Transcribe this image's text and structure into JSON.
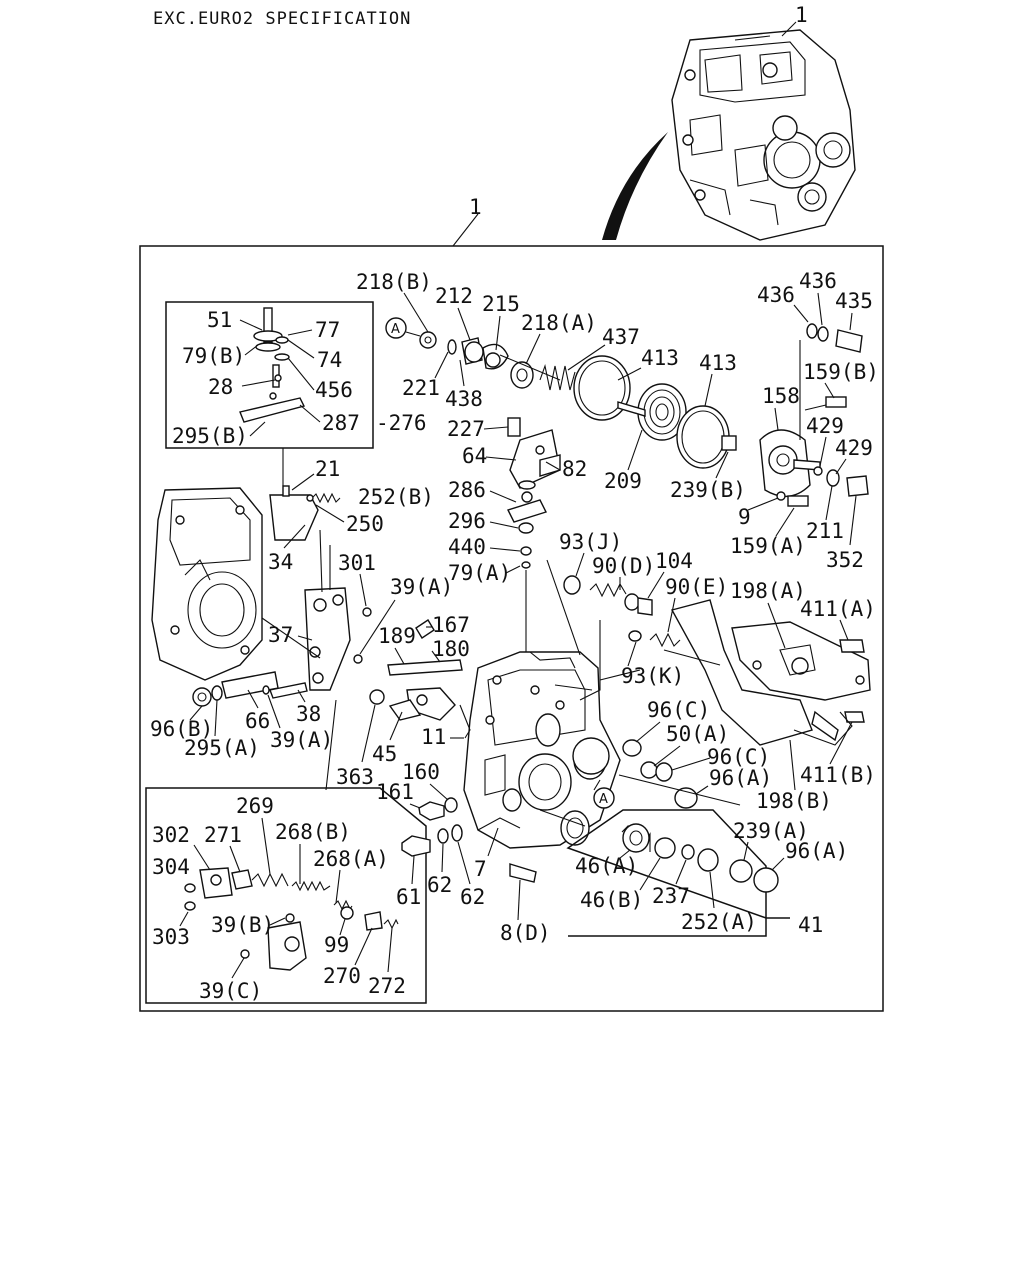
{
  "header": {
    "spec": "EXC.EURO2 SPECIFICATION"
  },
  "assembly_ref": {
    "top_label": "1",
    "frame_label": "1"
  },
  "callouts": {
    "ref_a": "A",
    "p218b": "218(B)",
    "p212": "212",
    "p215": "215",
    "p218a": "218(A)",
    "p437": "437",
    "p413a": "413",
    "p413b": "413",
    "p221": "221",
    "p438": "438",
    "p436a": "436",
    "p436b": "436",
    "p435": "435",
    "p159b": "159(B)",
    "p158": "158",
    "p429a": "429",
    "p429b": "429",
    "p239b": "239(B)",
    "p209": "209",
    "p9": "9",
    "p159a": "159(A)",
    "p211": "211",
    "p352": "352",
    "p51": "51",
    "p77": "77",
    "p79b": "79(B)",
    "p74": "74",
    "p28": "28",
    "p456": "456",
    "p287": "287",
    "p295b": "295(B)",
    "p276": "-276",
    "p227": "227",
    "p64": "64",
    "p82": "82",
    "p286": "286",
    "p296": "296",
    "p440": "440",
    "p79a": "79(A)",
    "p21": "21",
    "p252b": "252(B)",
    "p250": "250",
    "p34": "34",
    "p301": "301",
    "p39a": "39(A)",
    "p37": "37",
    "p189": "189",
    "p167": "167",
    "p180": "180",
    "p93j": "93(J)",
    "p90d": "90(D)",
    "p104": "104",
    "p90e": "90(E)",
    "p198a": "198(A)",
    "p411a": "411(A)",
    "p93k": "93(K)",
    "p96b": "96(B)",
    "p295a": "295(A)",
    "p66": "66",
    "p39a2": "39(A)",
    "p38": "38",
    "p45": "45",
    "p11": "11",
    "p363": "363",
    "p160": "160",
    "p161": "161",
    "p96c1": "96(C)",
    "p50a": "50(A)",
    "p96c2": "96(C)",
    "p96a1": "96(A)",
    "p411b": "411(B)",
    "p198b": "198(B)",
    "p269": "269",
    "p302": "302",
    "p271": "271",
    "p268b": "268(B)",
    "p268a": "268(A)",
    "p304": "304",
    "p303": "303",
    "p39b": "39(B)",
    "p99": "99",
    "p39c": "39(C)",
    "p270": "270",
    "p272": "272",
    "p61": "61",
    "p62a": "62",
    "p62b": "62",
    "p7": "7",
    "p8d": "8(D)",
    "p239a": "239(A)",
    "p96a2": "96(A)",
    "p46a": "46(A)",
    "p46b": "46(B)",
    "p237": "237",
    "p252a": "252(A)",
    "p41": "41"
  }
}
